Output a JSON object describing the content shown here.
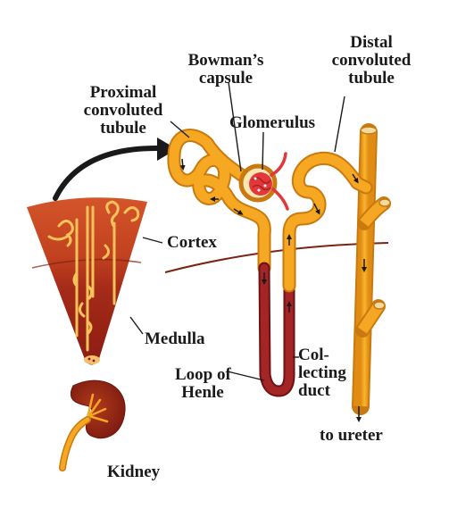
{
  "labels": {
    "bowmans_capsule": [
      "Bowman’s",
      "capsule"
    ],
    "distal_tubule": [
      "Distal",
      "convoluted",
      "tubule"
    ],
    "proximal_tubule": [
      "Proximal",
      "convoluted",
      "tubule"
    ],
    "glomerulus": "Glomerulus",
    "cortex": "Cortex",
    "medulla": "Medulla",
    "loop_of_henle": [
      "Loop of",
      "Henle"
    ],
    "collecting_duct": [
      "Col-",
      "lecting",
      "duct"
    ],
    "to_ureter": "to ureter",
    "kidney": "Kidney"
  },
  "colors": {
    "tubule_fill": "#f7a823",
    "tubule_edge": "#c97a0f",
    "loop_dark": "#8f1c1c",
    "blood_red": "#e2383a",
    "cortex": "#d3542a",
    "medulla": "#8e1f14",
    "boundary_line": "#7a2413",
    "arrow": "#1a1a1a"
  },
  "icons": {
    "big_arrow": "curved-arrow-icon",
    "flow_arrows": "flow-direction-arrow-icon"
  }
}
